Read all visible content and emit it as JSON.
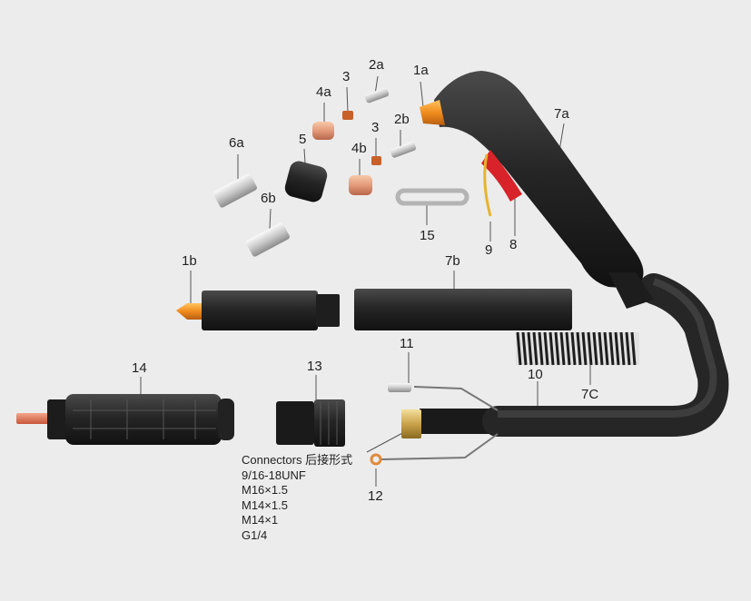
{
  "labels": {
    "l1a": "1a",
    "l1b": "1b",
    "l2a": "2a",
    "l2b": "2b",
    "l3a": "3",
    "l3b": "3",
    "l4a": "4a",
    "l4b": "4b",
    "l5": "5",
    "l6a": "6a",
    "l6b": "6b",
    "l7a": "7a",
    "l7b": "7b",
    "l7c": "7C",
    "l8": "8",
    "l9": "9",
    "l10": "10",
    "l11": "11",
    "l12": "12",
    "l13": "13",
    "l14": "14",
    "l15": "15"
  },
  "connectors": {
    "title": "Connectors 后接形式",
    "items": [
      "9/16-18UNF",
      "M16×1.5",
      "M14×1.5",
      "M14×1",
      "G1/4"
    ]
  },
  "colors": {
    "background": "#ececec",
    "body": "#2b2b2b",
    "copper": "#e0965e",
    "trigger": "#d8232a",
    "brass": "#c9a24a"
  }
}
